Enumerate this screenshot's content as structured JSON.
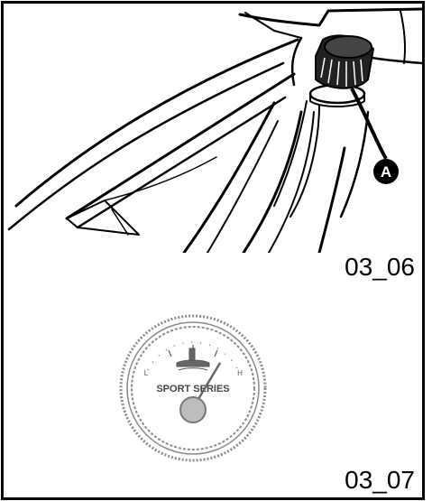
{
  "figures": [
    {
      "caption": "03_06",
      "callout": "A"
    },
    {
      "caption": "03_07",
      "gauge": {
        "label": "SPORT SERIES",
        "low": "L",
        "high": "H"
      }
    }
  ]
}
